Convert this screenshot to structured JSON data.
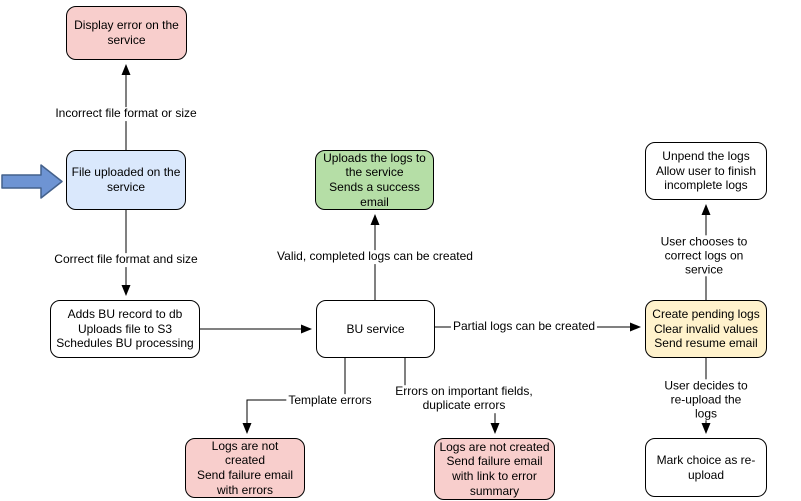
{
  "diagram": {
    "nodes": [
      {
        "id": "display-error",
        "label": "Display error on the service",
        "fill": "#F8CECC"
      },
      {
        "id": "file-uploaded",
        "label": "File uploaded on the service",
        "fill": "#DAE8FC"
      },
      {
        "id": "adds-bu",
        "label": "Adds BU record to db\nUploads file to S3\nSchedules BU processing",
        "fill": "#FFFFFF"
      },
      {
        "id": "bu-service",
        "label": "BU service",
        "fill": "#FFFFFF"
      },
      {
        "id": "success",
        "label": "Uploads the logs to the service\nSends a success email",
        "fill": "#B5DEA6"
      },
      {
        "id": "unpend",
        "label": "Unpend the logs\nAllow user to finish incomplete logs",
        "fill": "#FFFFFF"
      },
      {
        "id": "pending",
        "label": "Create pending logs\nClear invalid values\nSend resume email",
        "fill": "#FFF2CC"
      },
      {
        "id": "mark-reupload",
        "label": "Mark choice as re-upload",
        "fill": "#FFFFFF"
      },
      {
        "id": "fail-template",
        "label": "Logs are not created\nSend failure email with errors",
        "fill": "#F8CECC"
      },
      {
        "id": "fail-fields",
        "label": "Logs are not created\nSend failure email with link to error summary",
        "fill": "#F8CECC"
      }
    ],
    "edge_labels": [
      {
        "id": "incorrect",
        "text": "Incorrect file format or size"
      },
      {
        "id": "correct",
        "text": "Correct file format and size"
      },
      {
        "id": "valid",
        "text": "Valid, completed logs can be created"
      },
      {
        "id": "partial",
        "text": "Partial logs can be created"
      },
      {
        "id": "choose",
        "text": "User chooses to correct logs on service"
      },
      {
        "id": "reupload",
        "text": "User decides to re-upload the logs"
      },
      {
        "id": "template",
        "text": "Template errors"
      },
      {
        "id": "errfields",
        "text": "Errors on important fields,\nduplicate errors"
      }
    ],
    "colors": {
      "node_border": "#000000",
      "edge_stroke": "#000000",
      "pink_fill": "#F8CECC",
      "blue_fill": "#DAE8FC",
      "green_fill": "#B5DEA6",
      "yellow_fill": "#FFF2CC",
      "block_arrow_fill": "#6E94D3",
      "block_arrow_stroke": "#44618C",
      "background": "#FFFFFF"
    }
  }
}
